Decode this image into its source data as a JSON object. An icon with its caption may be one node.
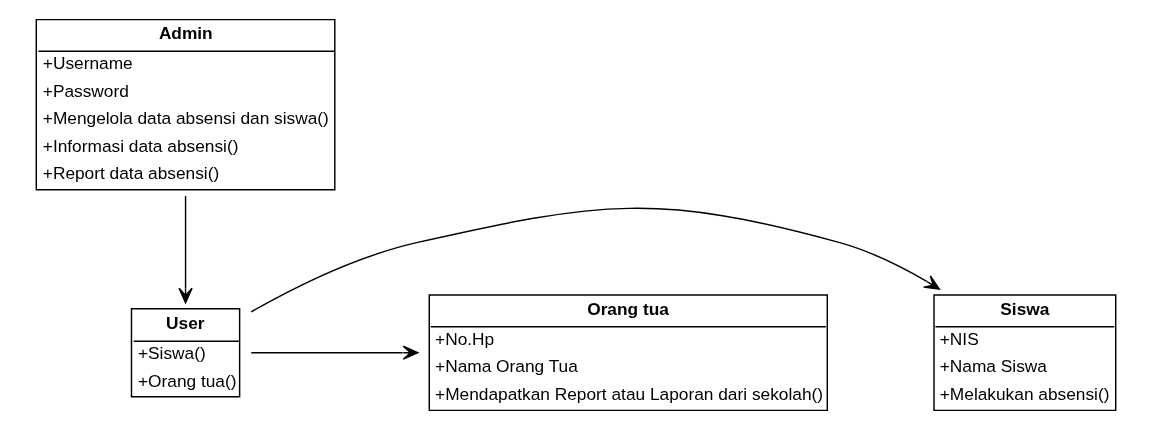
{
  "diagram": {
    "nodes": [
      {
        "text": [
          "Admin",
          "+Username",
          "+Password",
          "+Mengelola data absensi dan siswa()",
          "+Informasi data absensi()",
          "+Report data absensi()"
        ]
      },
      {
        "text": [
          "Siswa",
          "+NIS",
          "+Nama Siswa",
          "+Melakukan absensi()"
        ]
      },
      {
        "text": [
          "User",
          "+Siswa()",
          "+Orang tua()"
        ]
      },
      {
        "text": [
          "Orang tua",
          "+No.Hp",
          "+Nama Orang Tua",
          "+Mendapatkan Report atau Laporan dari sekolah()"
        ]
      }
    ],
    "edges": [
      {
        "from": 0,
        "to": 2,
        "arrow": "to"
      },
      {
        "from": 2,
        "to": 1,
        "arrow": "to"
      },
      {
        "from": 2,
        "to": 3,
        "arrow": "to"
      }
    ]
  }
}
